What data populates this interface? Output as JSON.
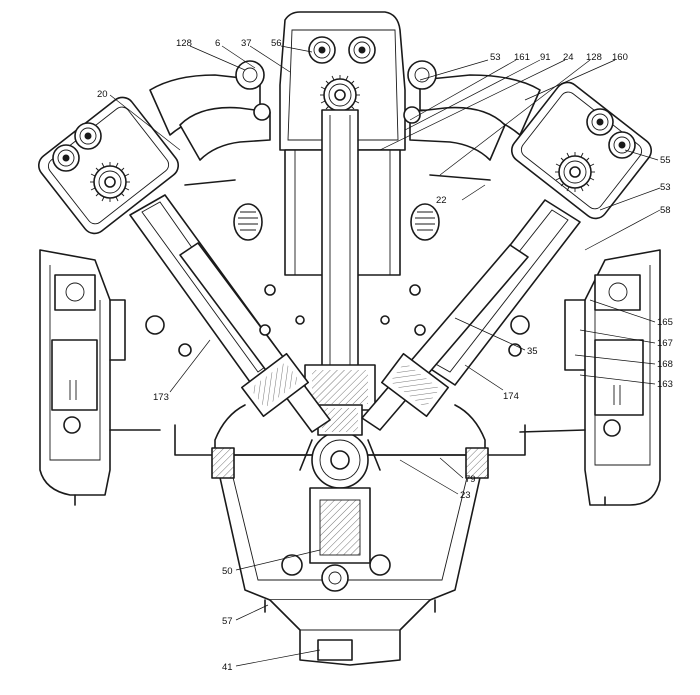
{
  "callouts": {
    "c128_left": "128",
    "c6": "6",
    "c37": "37",
    "c56": "56",
    "c53_top": "53",
    "c161": "161",
    "c91": "91",
    "c24": "24",
    "c128_right": "128",
    "c160": "160",
    "c20": "20",
    "c55": "55",
    "c53_right": "53",
    "c58": "58",
    "c22": "22",
    "c165": "165",
    "c167": "167",
    "c168": "168",
    "c163": "163",
    "c35": "35",
    "c174": "174",
    "c173": "173",
    "c79": "79",
    "c23": "23",
    "c50": "50",
    "c57": "57",
    "c41": "41"
  }
}
